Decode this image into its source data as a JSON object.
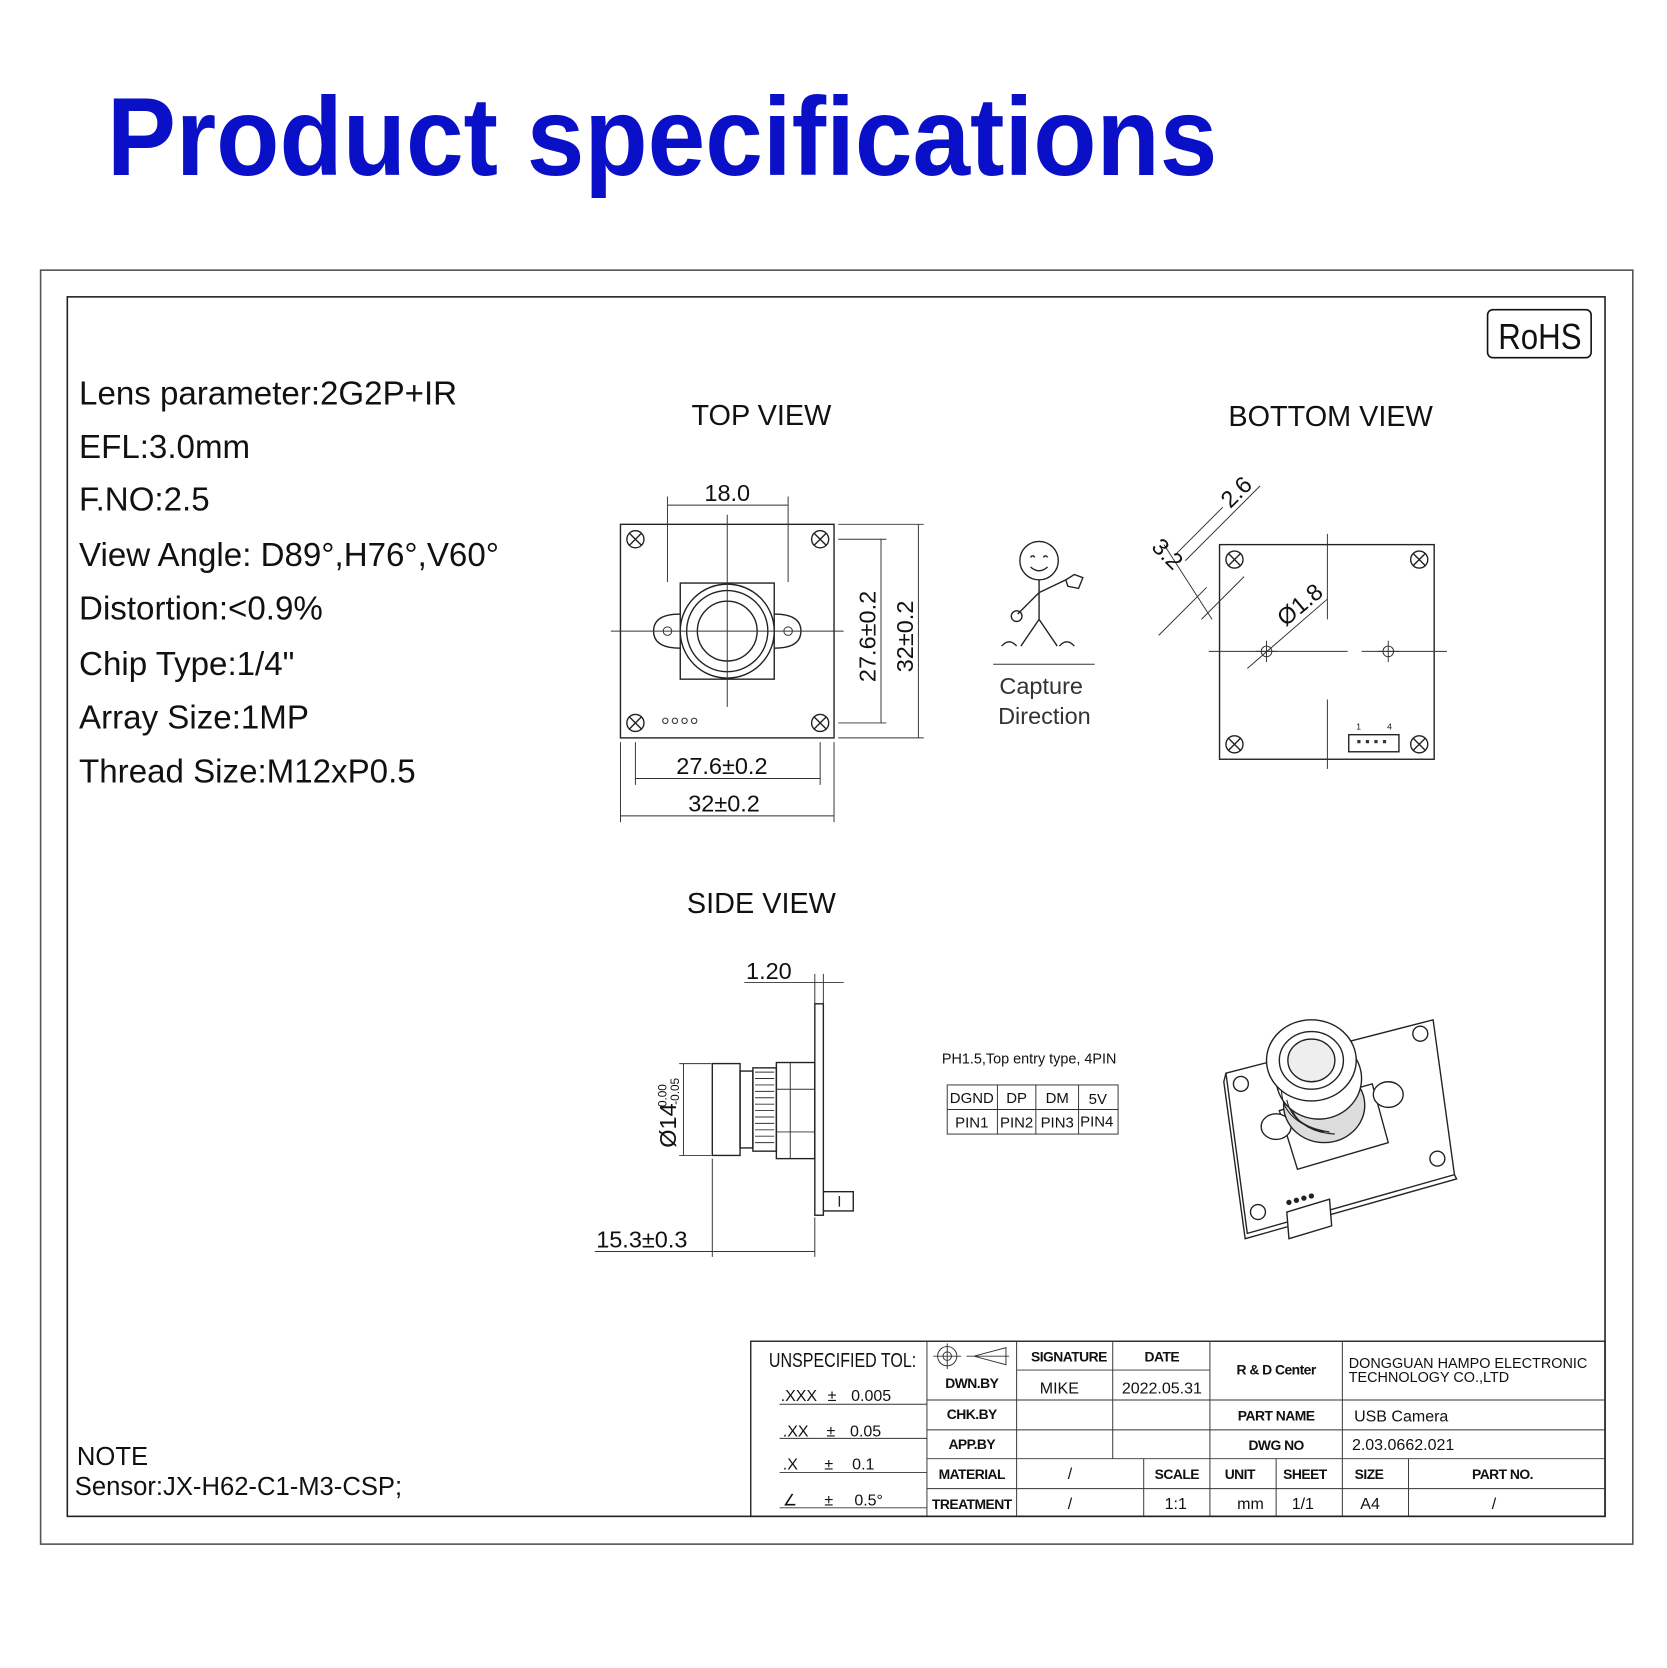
{
  "header": {
    "title": "Product specifications",
    "title_color": "#0a10c8"
  },
  "badge": {
    "rohs": "RoHS"
  },
  "specs": [
    "Lens parameter:2G2P+IR",
    "EFL:3.0mm",
    "F.NO:2.5",
    "View Angle: D89°,H76°,V60°",
    "Distortion:<0.9%",
    "Chip Type:1/4\"",
    "Array Size:1MP",
    "Thread Size:M12xP0.5"
  ],
  "views": {
    "top": {
      "label": "TOP VIEW",
      "dim_top": "18.0",
      "dim_inner_v": "27.6±0.2",
      "dim_outer_v": "32±0.2",
      "dim_inner_h": "27.6±0.2",
      "dim_outer_h": "32±0.2"
    },
    "bottom": {
      "label": "BOTTOM VIEW",
      "dim_a": "2.6",
      "dim_b": "3.2",
      "dim_hole": "Ø1.8",
      "pin_first": "1",
      "pin_last": "4"
    },
    "side": {
      "label": "SIDE VIEW",
      "dim_pcb": "1.20",
      "dim_dia": "Ø14",
      "tol_upper": "0.00",
      "tol_lower": "-0.05",
      "dim_len": "15.3±0.3"
    },
    "capture": {
      "line1": "Capture",
      "line2": "Direction"
    }
  },
  "connector": {
    "caption": "PH1.5,Top entry type, 4PIN",
    "signals": [
      "DGND",
      "DP",
      "DM",
      "5V"
    ],
    "pins": [
      "PIN1",
      "PIN2",
      "PIN3",
      "PIN4"
    ]
  },
  "note": {
    "title": "NOTE",
    "text": "Sensor:JX-H62-C1-M3-CSP;"
  },
  "title_block": {
    "tol_title": "UNSPECIFIED TOL:",
    "tolerances": [
      {
        "k": ".XXX",
        "pm": "±",
        "v": "0.005"
      },
      {
        "k": ".XX",
        "pm": "±",
        "v": "0.05"
      },
      {
        "k": ".X",
        "pm": "±",
        "v": "0.1"
      },
      {
        "k": "∠",
        "pm": "±",
        "v": "0.5°"
      }
    ],
    "signature": "SIGNATURE",
    "date": "DATE",
    "dwn_by": "DWN.BY",
    "dwn_name": "MIKE",
    "dwn_date": "2022.05.31",
    "chk_by": "CHK.BY",
    "app_by": "APP.BY",
    "rd_center": "R & D Center",
    "company_1": "DONGGUAN HAMPO ELECTRONIC",
    "company_2": "TECHNOLOGY CO.,LTD",
    "part_name_label": "PART NAME",
    "part_name": "USB  Camera",
    "dwg_no_label": "DWG NO",
    "dwg_no": "2.03.0662.021",
    "material_label": "MATERIAL",
    "material": "/",
    "treatment_label": "TREATMENT",
    "treatment": "/",
    "scale_label": "SCALE",
    "scale": "1:1",
    "unit_label": "UNIT",
    "unit": "mm",
    "sheet_label": "SHEET",
    "sheet": "1/1",
    "size_label": "SIZE",
    "size": "A4",
    "part_no_label": "PART NO.",
    "part_no": "/"
  }
}
